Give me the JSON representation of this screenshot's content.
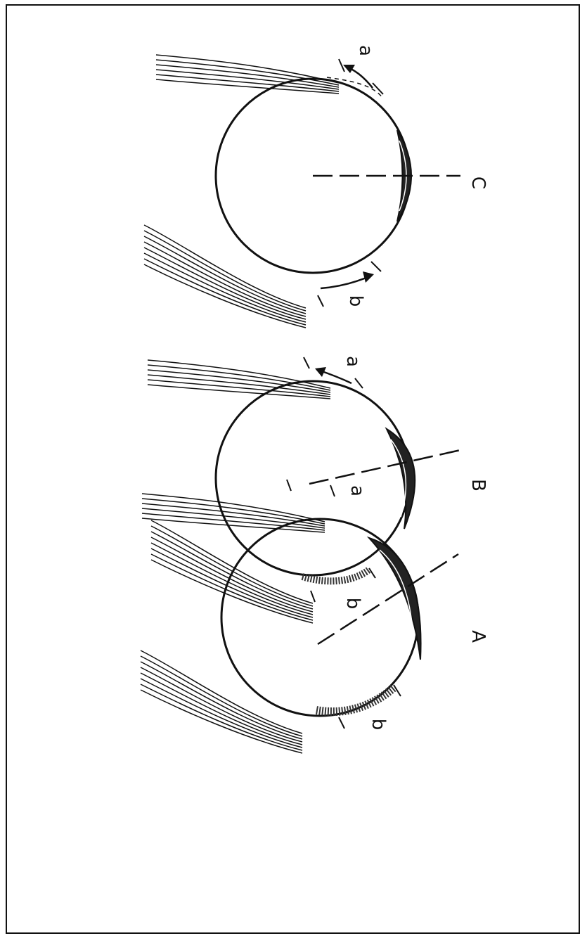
{
  "figure": {
    "rotation": "90deg clockwise",
    "panels": [
      {
        "id": "A",
        "label": "A",
        "marker_a": "a",
        "marker_b": "b"
      },
      {
        "id": "B",
        "label": "B",
        "marker_a": "a",
        "marker_b": "b"
      },
      {
        "id": "C",
        "label": "C",
        "marker_a": "a",
        "marker_b": "b"
      }
    ]
  },
  "colors": {
    "ink": "#111111",
    "background": "#ffffff"
  }
}
